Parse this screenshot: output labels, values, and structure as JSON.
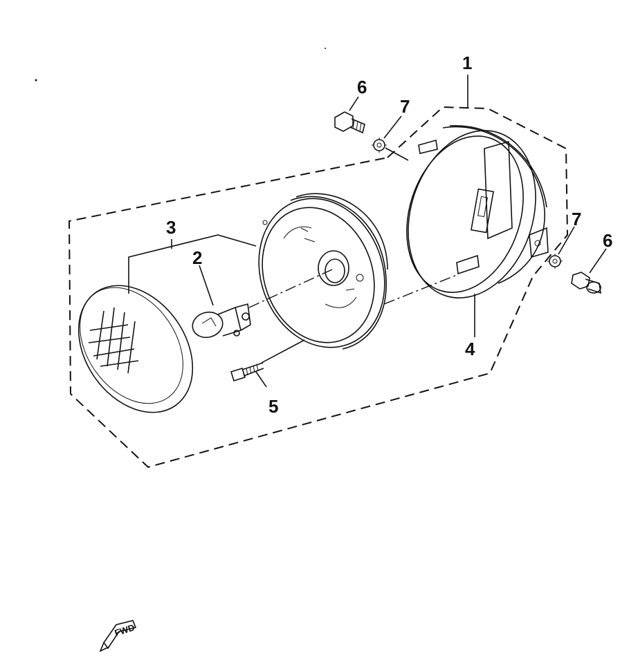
{
  "callouts": {
    "part_1": "1",
    "part_2": "2",
    "part_3": "3",
    "part_4": "4",
    "part_5": "5",
    "part_6_top": "6",
    "part_6_right": "6",
    "part_7_top": "7",
    "part_7_right": "7"
  },
  "direction_marker": {
    "label": "FWD",
    "icon": "fwd-arrow-icon"
  },
  "colors": {
    "line": "#111111",
    "background": "#ffffff"
  }
}
